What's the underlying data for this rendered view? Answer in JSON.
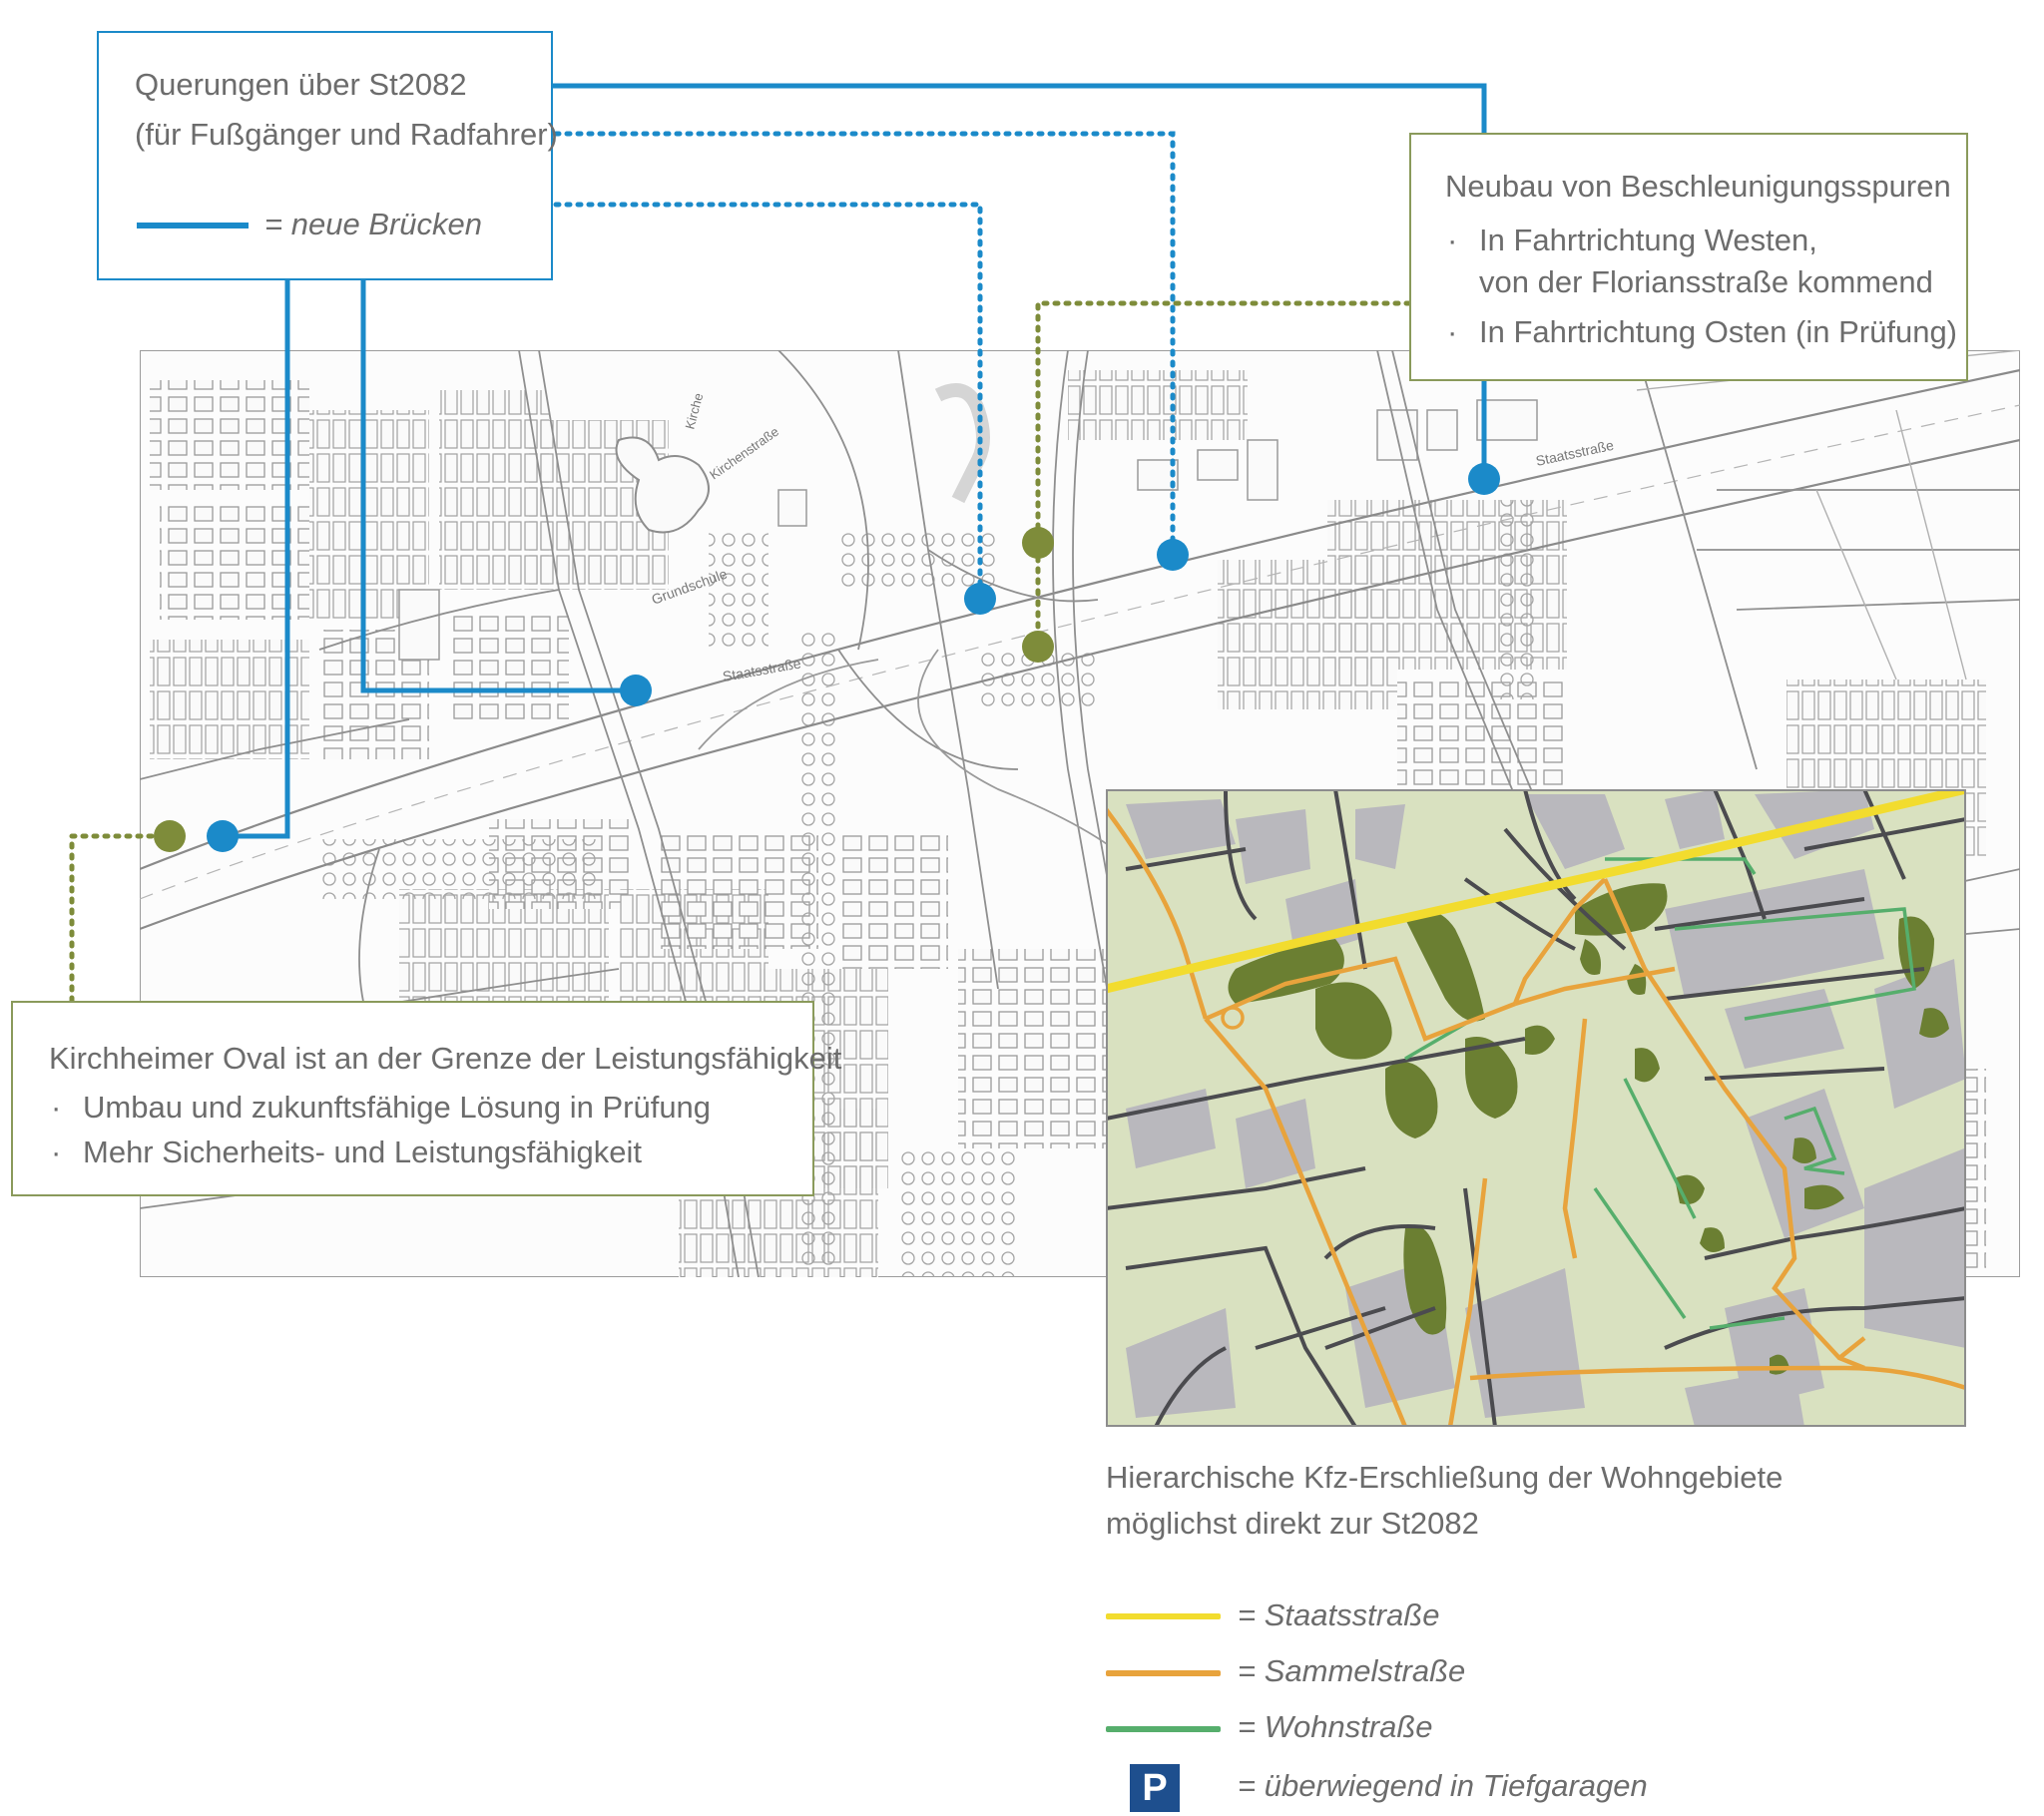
{
  "colors": {
    "blue": "#1b8ac9",
    "olive": "#7e8c3a",
    "staatsstrasse": "#f2dc2e",
    "sammelstrasse": "#e8a33c",
    "wohnstrasse": "#56ae6c",
    "parking": "#1e4f8e",
    "inset_land": "#d9e1c0",
    "inset_green": "#6b7f32",
    "inset_building": "#b9b8bd",
    "inset_road": "#4b4b4f"
  },
  "crossings_box": {
    "line1": "Querungen über St2082",
    "line2": "(für Fußgänger und Radfahrer)",
    "legend_label": "= neue Brücken"
  },
  "acceleration_box": {
    "title": "Neubau von Beschleunigungsspuren",
    "items": [
      {
        "bullet": "·",
        "line1": "In Fahrtrichtung Westen,",
        "line2": "von der Floriansstraße kommend"
      },
      {
        "bullet": "·",
        "line1": "In Fahrtrichtung Osten (in Prüfung)"
      }
    ]
  },
  "oval_box": {
    "title": "Kirchheimer Oval ist an der Grenze der Leistungsfähigkeit",
    "items": [
      {
        "bullet": "·",
        "text": "Umbau und zukunftsfähige Lösung in Prüfung"
      },
      {
        "bullet": "·",
        "text": "Mehr Sicherheits- und Leistungsfähigkeit"
      }
    ]
  },
  "map_labels": {
    "staatsstrasse_west": "Staatsstraße",
    "staatsstrasse_east": "Staatsstraße",
    "grundschule": "Grundschule",
    "kirche": "Kirche",
    "kirchenstrasse": "Kirchenstraße"
  },
  "inset_caption": {
    "line1": "Hierarchische Kfz-Erschließung der Wohngebiete",
    "line2": "möglichst direkt zur St2082"
  },
  "legend": [
    {
      "icon": "yellow-line",
      "label": "= Staatsstraße"
    },
    {
      "icon": "orange-line",
      "label": "= Sammelstraße"
    },
    {
      "icon": "green-line",
      "label": "= Wohnstraße"
    },
    {
      "icon": "parking-icon",
      "symbol": "P",
      "label": "= überwiegend in Tiefgaragen"
    }
  ]
}
